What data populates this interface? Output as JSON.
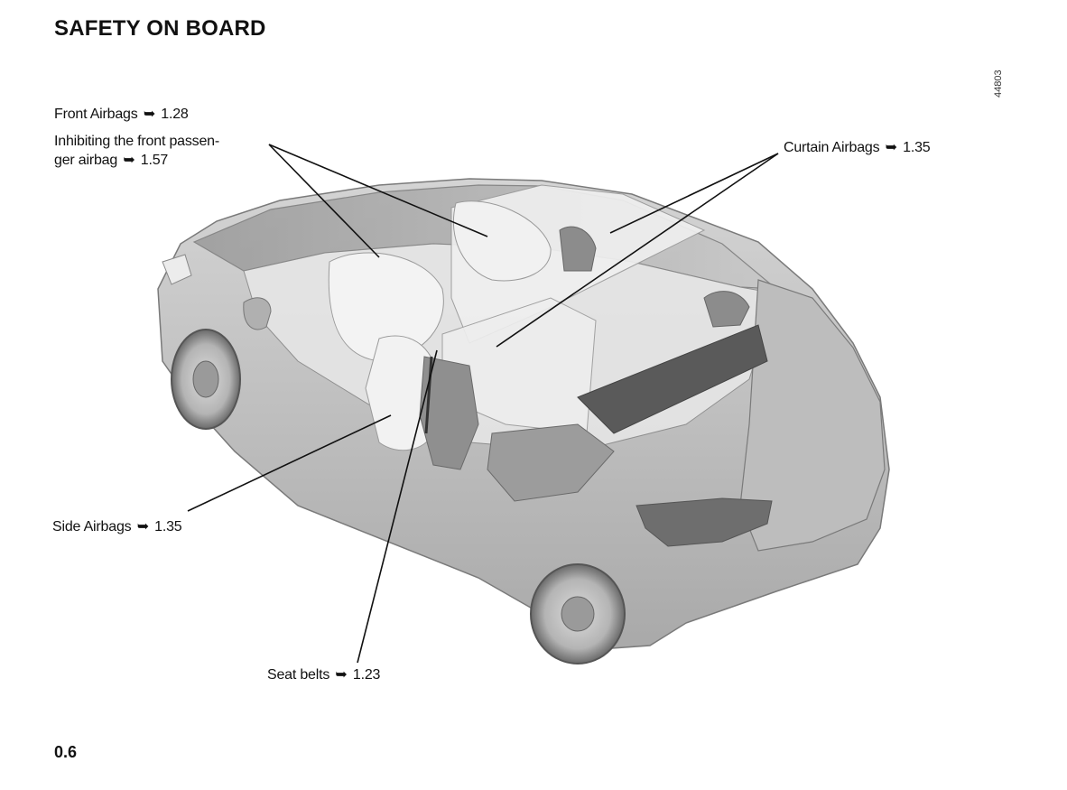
{
  "page": {
    "title": "SAFETY ON BOARD",
    "page_number": "0.6",
    "reference_code": "44803"
  },
  "labels": {
    "front_airbags": {
      "text": "Front Airbags",
      "arrow": "➥",
      "ref": "1.28"
    },
    "inhibit_airbag": {
      "line1": "Inhibiting the front passen-",
      "line2_text": "ger airbag",
      "arrow": "➥",
      "ref": "1.57"
    },
    "curtain_airbags": {
      "text": "Curtain Airbags",
      "arrow": "➥",
      "ref": "1.35"
    },
    "side_airbags": {
      "text": "Side Airbags",
      "arrow": "➥",
      "ref": "1.35"
    },
    "seat_belts": {
      "text": "Seat belts",
      "arrow": "➥",
      "ref": "1.23"
    }
  }
}
